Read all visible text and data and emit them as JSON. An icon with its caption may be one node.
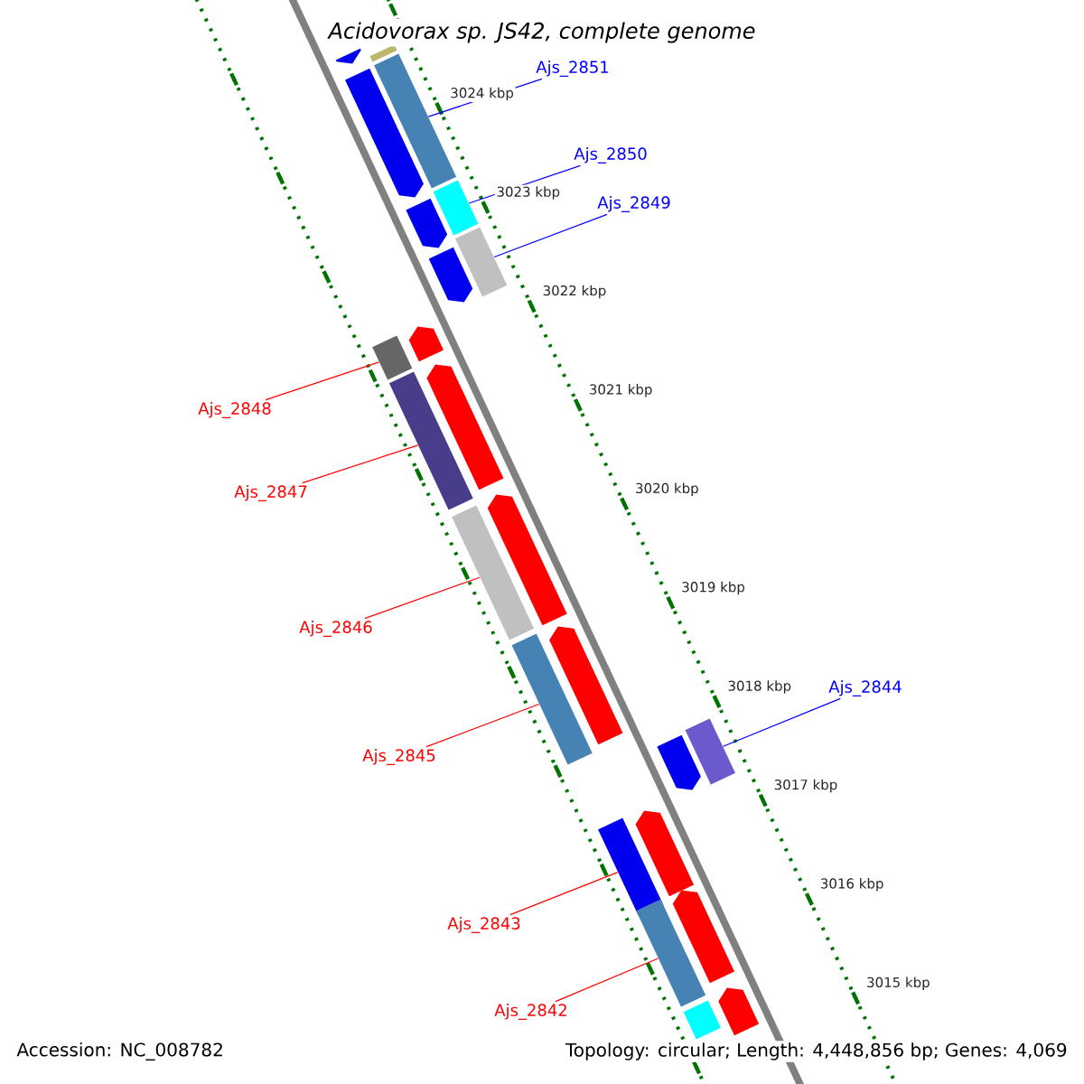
{
  "diagram": {
    "title": "Acidovorax sp. JS42, complete genome",
    "nodes": [
      {
        "text": [
          "Ajs_2851"
        ]
      },
      {
        "text": [
          "Ajs_2850"
        ]
      },
      {
        "text": [
          "Ajs_2849"
        ]
      },
      {
        "text": [
          "Ajs_2848"
        ]
      },
      {
        "text": [
          "Ajs_2847"
        ]
      },
      {
        "text": [
          "Ajs_2846"
        ]
      },
      {
        "text": [
          "Ajs_2844"
        ]
      },
      {
        "text": [
          "Ajs_2845"
        ]
      },
      {
        "text": [
          "Ajs_2843"
        ]
      },
      {
        "text": [
          "Ajs_2842"
        ]
      },
      {
        "text": [],
        "shape": "pentagon"
      },
      {
        "text": [],
        "shape": "bar"
      },
      {
        "text": [],
        "shape": "bar"
      },
      {
        "text": [],
        "shape": "pentagon"
      },
      {
        "text": [],
        "shape": "bar"
      },
      {
        "text": [],
        "shape": "pentagon"
      },
      {
        "text": [],
        "shape": "bar"
      },
      {
        "text": [],
        "shape": "pentagon"
      },
      {
        "text": [],
        "shape": "pentagon"
      },
      {
        "text": [],
        "shape": "bar"
      },
      {
        "text": [],
        "shape": "pentagon"
      },
      {
        "text": [],
        "shape": "bar"
      },
      {
        "text": [],
        "shape": "pentagon"
      },
      {
        "text": [],
        "shape": "bar"
      },
      {
        "text": [],
        "shape": "pentagon"
      },
      {
        "text": [],
        "shape": "bar"
      },
      {
        "text": [],
        "shape": "bar"
      },
      {
        "text": [],
        "shape": "pentagon"
      },
      {
        "text": [],
        "shape": "pentagon"
      },
      {
        "text": [],
        "shape": "bar"
      },
      {
        "text": [],
        "shape": "pentagon"
      },
      {
        "text": [],
        "shape": "bar"
      },
      {
        "text": [],
        "shape": "pentagon"
      },
      {
        "text": [],
        "shape": "bar"
      }
    ],
    "edges": [
      {
        "from": 0,
        "to": 12,
        "arrow": "none",
        "color": "#0000ff"
      },
      {
        "from": 1,
        "to": 14,
        "arrow": "none",
        "color": "#0000ff"
      },
      {
        "from": 2,
        "to": 16,
        "arrow": "none",
        "color": "#0000ff"
      },
      {
        "from": 3,
        "to": 19,
        "arrow": "none"
      },
      {
        "from": 4,
        "to": 21,
        "arrow": "none"
      },
      {
        "from": 5,
        "to": 23,
        "arrow": "none"
      },
      {
        "from": 6,
        "to": 26,
        "arrow": "none",
        "color": "#0000ff"
      },
      {
        "from": 7,
        "to": 25,
        "arrow": "none"
      },
      {
        "from": 8,
        "to": 29,
        "arrow": "none"
      },
      {
        "from": 9,
        "to": 31,
        "arrow": "none"
      }
    ],
    "labels": [
      "3024 kbp",
      "3023 kbp",
      "3022 kbp",
      "3021 kbp",
      "3020 kbp",
      "3019 kbp",
      "3018 kbp",
      "3017 kbp",
      "3016 kbp",
      "3015 kbp",
      "Accession: NC_008782",
      "Topology: circular; Length: 4,448,856 bp; Genes: 4,069"
    ]
  }
}
